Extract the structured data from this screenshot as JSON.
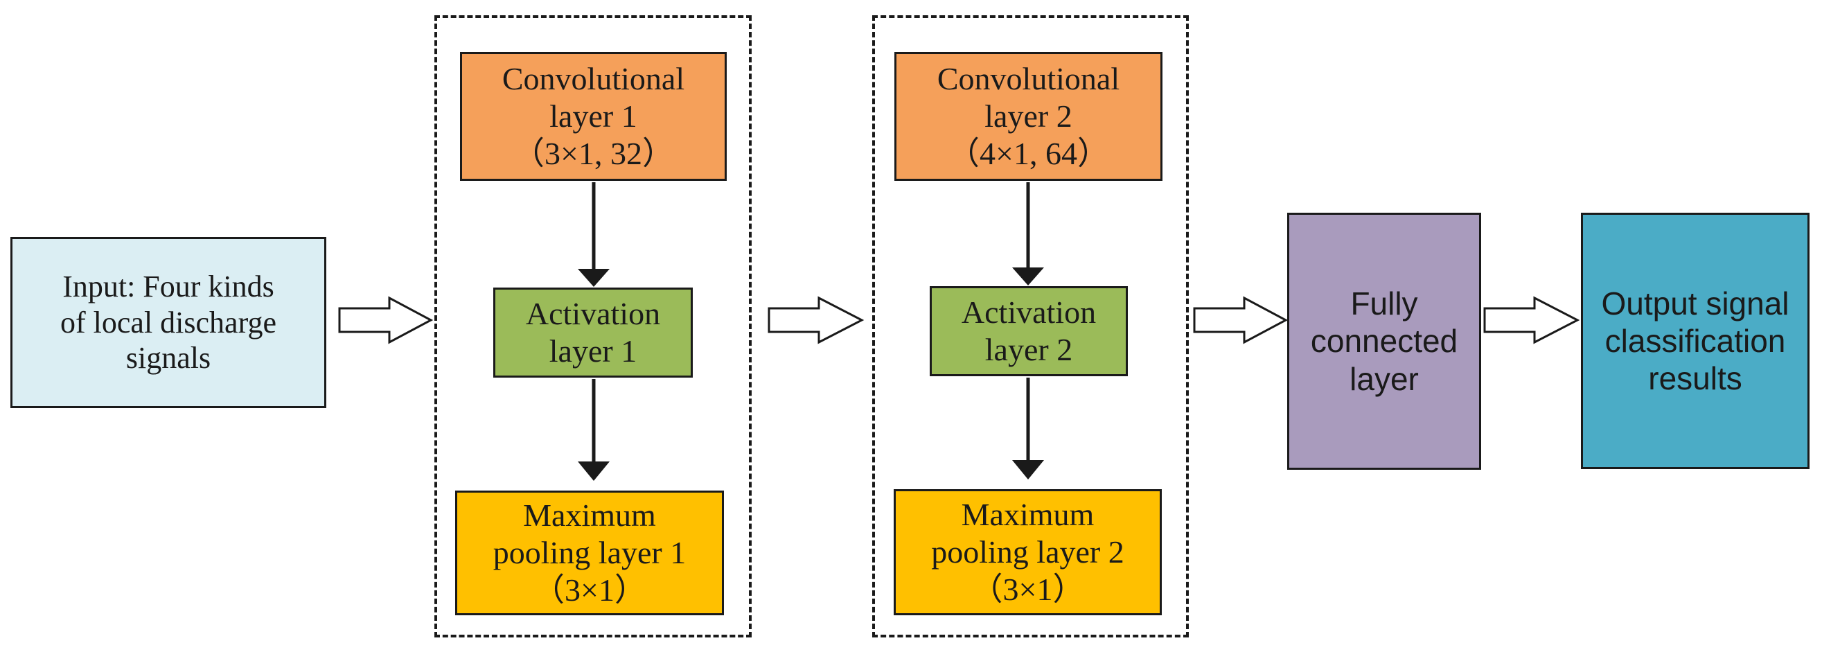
{
  "colors": {
    "input": "#dbeef3",
    "convolutional": "#f5a05a",
    "activation": "#9bbb59",
    "pooling": "#ffc000",
    "fully_connected": "#a99bbd",
    "output": "#4bacc6",
    "stroke": "#1a1a1a"
  },
  "input": {
    "lines": [
      "Input: Four kinds",
      "of local discharge",
      "signals"
    ]
  },
  "group1": {
    "conv": {
      "lines": [
        "Convolutional",
        "layer 1",
        "（3×1, 32）"
      ]
    },
    "activation": {
      "lines": [
        "Activation",
        "layer 1"
      ]
    },
    "pooling": {
      "lines": [
        "Maximum",
        "pooling layer 1",
        "（3×1）"
      ]
    }
  },
  "group2": {
    "conv": {
      "lines": [
        "Convolutional",
        "layer 2",
        "（4×1, 64）"
      ]
    },
    "activation": {
      "lines": [
        "Activation",
        "layer 2"
      ]
    },
    "pooling": {
      "lines": [
        "Maximum",
        "pooling layer 2",
        "（3×1）"
      ]
    }
  },
  "fully_connected": {
    "lines": [
      "Fully",
      "connected",
      "layer"
    ]
  },
  "output": {
    "lines": [
      "Output signal",
      "classification",
      "results"
    ]
  },
  "icons": {
    "flow_arrow": "hollow-right-arrow-icon",
    "down_arrow": "solid-down-arrow-icon"
  }
}
